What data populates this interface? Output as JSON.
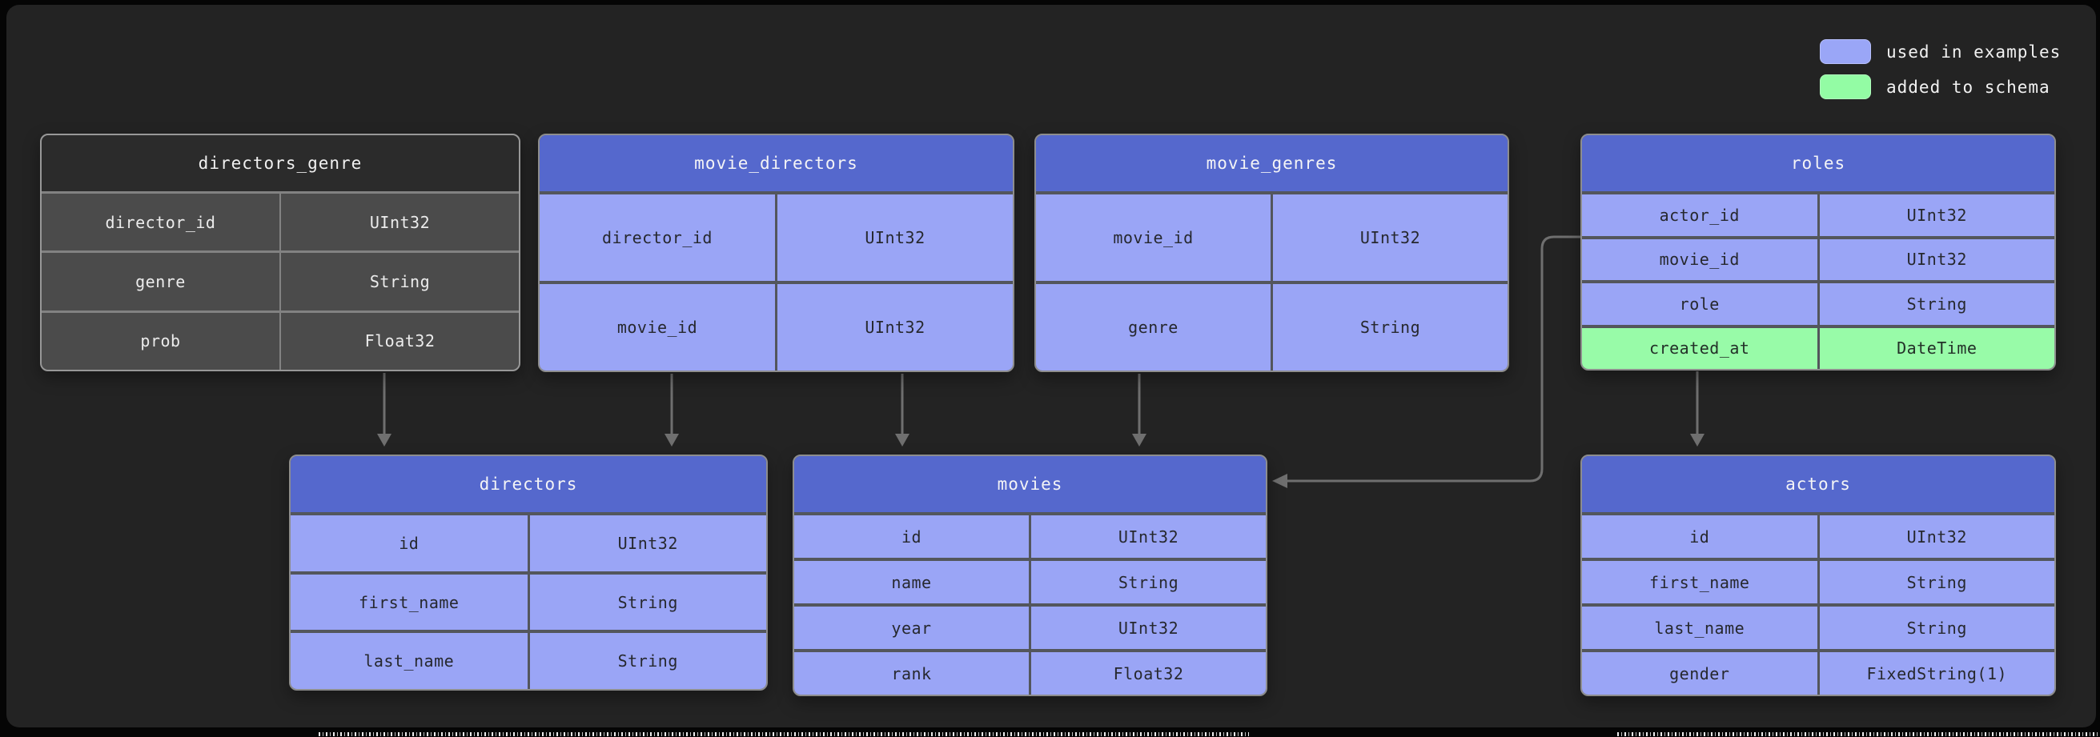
{
  "legend": {
    "items": [
      {
        "label": "used in examples",
        "swatch_color": "#9aa6f7"
      },
      {
        "label": "added to schema",
        "swatch_color": "#93fca4"
      }
    ]
  },
  "tables": [
    {
      "name": "directors_genre",
      "variant": "plain",
      "fields": [
        {
          "name": "director_id",
          "type": "UInt32"
        },
        {
          "name": "genre",
          "type": "String"
        },
        {
          "name": "prob",
          "type": "Float32"
        }
      ]
    },
    {
      "name": "movie_directors",
      "variant": "blue",
      "fields": [
        {
          "name": "director_id",
          "type": "UInt32"
        },
        {
          "name": "movie_id",
          "type": "UInt32"
        }
      ]
    },
    {
      "name": "movie_genres",
      "variant": "blue",
      "fields": [
        {
          "name": "movie_id",
          "type": "UInt32"
        },
        {
          "name": "genre",
          "type": "String"
        }
      ]
    },
    {
      "name": "roles",
      "variant": "blue",
      "fields": [
        {
          "name": "actor_id",
          "type": "UInt32"
        },
        {
          "name": "movie_id",
          "type": "UInt32"
        },
        {
          "name": "role",
          "type": "String"
        },
        {
          "name": "created_at",
          "type": "DateTime",
          "added": true
        }
      ]
    },
    {
      "name": "directors",
      "variant": "blue",
      "fields": [
        {
          "name": "id",
          "type": "UInt32"
        },
        {
          "name": "first_name",
          "type": "String"
        },
        {
          "name": "last_name",
          "type": "String"
        }
      ]
    },
    {
      "name": "movies",
      "variant": "blue",
      "fields": [
        {
          "name": "id",
          "type": "UInt32"
        },
        {
          "name": "name",
          "type": "String"
        },
        {
          "name": "year",
          "type": "UInt32"
        },
        {
          "name": "rank",
          "type": "Float32"
        }
      ]
    },
    {
      "name": "actors",
      "variant": "blue",
      "fields": [
        {
          "name": "id",
          "type": "UInt32"
        },
        {
          "name": "first_name",
          "type": "String"
        },
        {
          "name": "last_name",
          "type": "String"
        },
        {
          "name": "gender",
          "type": "FixedString(1)"
        }
      ]
    }
  ],
  "relations": [
    {
      "from": "directors_genre",
      "to": "directors"
    },
    {
      "from": "movie_directors.director_id",
      "to": "directors"
    },
    {
      "from": "movie_directors.movie_id",
      "to": "movies"
    },
    {
      "from": "movie_genres.movie_id",
      "to": "movies"
    },
    {
      "from": "roles.movie_id",
      "to": "movies"
    },
    {
      "from": "roles.created_at",
      "to": "actors"
    }
  ],
  "colors": {
    "background": "#050505",
    "panel": "#232323",
    "header_blue": "#5568cd",
    "row_blue": "#9aa5f6",
    "row_added_green": "#98fba8",
    "plain_header": "#2b2b2b",
    "plain_row": "#4b4b4b",
    "connector": "#6f6f6f"
  }
}
